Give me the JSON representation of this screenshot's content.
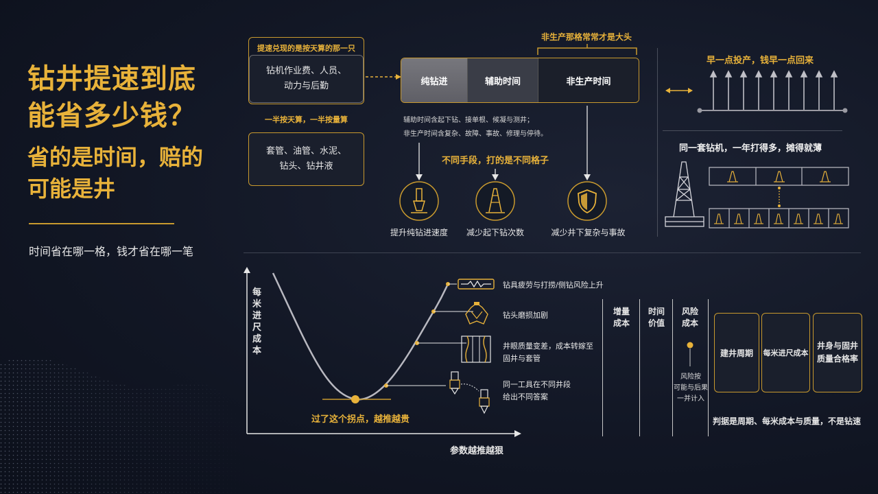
{
  "title": {
    "line1": "钻井提速到底",
    "line2": "能省多少钱？",
    "line3": "省的是时间，赔的",
    "line4": "可能是井",
    "subtitle": "时间省在哪一格，钱才省在哪一笔"
  },
  "cost_boxes": {
    "time_label": "提速兑现的是按天算的那一只",
    "time_box": "钻机作业费、人员、\n动力与后勤",
    "mid_label": "一半按天算，一半按量算",
    "volume_box": "套管、油管、水泥、\n钻头、钻井液"
  },
  "time_bar": {
    "top_label": "非生产那格常常才是大头",
    "seg1": "纯钻进",
    "seg2": "辅助时间",
    "seg3": "非生产时间",
    "note_line1": "辅助时间含起下钻、接单根、候凝与测井；",
    "note_line2": "非生产时间含复杂、故障、事故、修理与停待。",
    "means_label": "不同手段，打的是不同格子",
    "means": [
      {
        "icon": "drill-bit-icon",
        "label": "提升纯钻进速度"
      },
      {
        "icon": "derrick-icon",
        "label": "减少起下钻次数"
      },
      {
        "icon": "shield-icon",
        "label": "减少井下复杂与事故"
      }
    ]
  },
  "early_production": {
    "title": "早一点投产，钱早一点回来"
  },
  "rig_sharing": {
    "title": "同一套钻机，一年打得多，摊得就薄"
  },
  "cost_curve": {
    "ylabel": "每米进尺成本",
    "xlabel": "参数越推越狠",
    "min_label": "过了这个拐点，越推越贵",
    "annotations": [
      "钻具疲劳与打捞/侧钻风险上升",
      "钻头磨损加剧",
      "井眼质量变差，成本转嫁至",
      "固井与套管",
      "同一工具在不同井段",
      "给出不同答案"
    ]
  },
  "value_columns": {
    "col1": [
      "增量",
      "成本"
    ],
    "col2": [
      "时间",
      "价值"
    ],
    "col3": [
      "风险",
      "成本"
    ],
    "risk_note": [
      "风险按",
      "可能与后果",
      "一并计入"
    ]
  },
  "judgement": {
    "box1": "建井周期",
    "box2": "每米进尺成本",
    "box3_l1": "井身与固井",
    "box3_l2": "质量合格率",
    "caption": "判据是周期、每米成本与质量，不是钻速"
  },
  "colors": {
    "gold": "#e8b23a",
    "background": "#121725",
    "curve": "#b8b8c0"
  }
}
